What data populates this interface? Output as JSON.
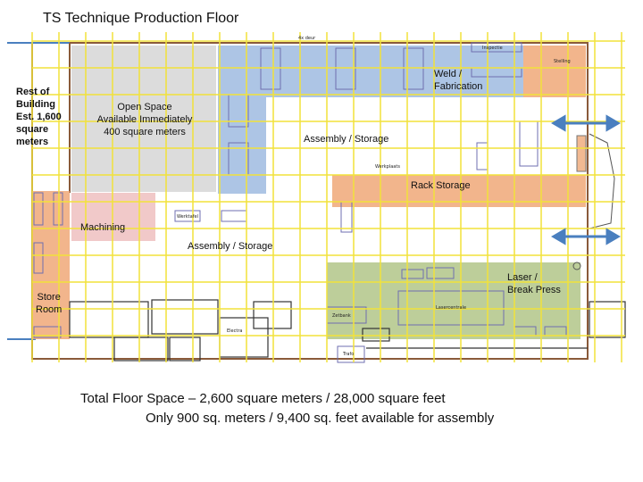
{
  "title": "TS Technique Production Floor",
  "side_note": [
    "Rest of",
    "Building",
    "Est. 1,600",
    "square",
    "meters"
  ],
  "zones": {
    "open_space": [
      "Open Space",
      "Available Immediately",
      "400 square meters"
    ],
    "assembly_storage_top": "Assembly / Storage",
    "weld": [
      "Weld /",
      "Fabrication"
    ],
    "rack_storage": "Rack Storage",
    "machining": "Machining",
    "assembly_storage_bottom": "Assembly / Storage",
    "laser": [
      "Laser /",
      "Break Press"
    ],
    "store_room": [
      "Store",
      "Room"
    ]
  },
  "plan_labels": {
    "werkplaats": "Werkplaats",
    "stelling": "Stelling",
    "werktafel": "Werktafel",
    "inspectie": "Inspectie",
    "zetbank": "Zetbank",
    "lasercentrale": "Lasercentrale",
    "electra": "Electra",
    "trafo": "Trafo",
    "deur": "4x deur"
  },
  "footer": {
    "line1": "Total Floor Space – 2,600 square meters / 28,000 square feet",
    "line2": "Only 900 sq. meters / 9,400 sq. feet available for assembly"
  },
  "colors": {
    "open_space": "#dcdcdc",
    "assembly_blue": "#9fbbe0",
    "storage_orange": "#f0a878",
    "machining_pink": "#f1c9c9",
    "laser_green": "#b6c98f",
    "grid_yellow": "#f2e23a",
    "arrow_blue": "#4a7fbf"
  }
}
